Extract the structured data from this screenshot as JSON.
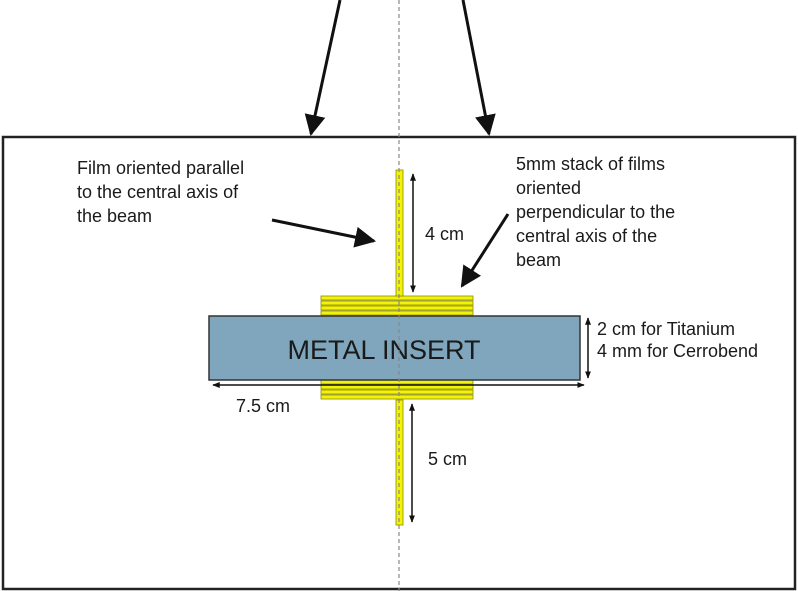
{
  "colors": {
    "insert_fill": "#7fa6bd",
    "film_fill": "#f2f20a",
    "film_stroke": "#8c8c00",
    "line": "#111111",
    "axis": "#888888"
  },
  "labels": {
    "parallel_film": [
      "Film oriented parallel",
      "to the central axis of",
      "the beam"
    ],
    "perpendicular_stack": [
      "5mm stack of films",
      "oriented",
      "perpendicular to the",
      "central axis of the",
      "beam"
    ],
    "insert": "METAL INSERT",
    "upper_film_length": "4 cm",
    "lower_film_length": "5 cm",
    "half_width": "7.5 cm",
    "thickness": [
      "2 cm for Titanium",
      "4 mm for Cerrobend"
    ]
  }
}
